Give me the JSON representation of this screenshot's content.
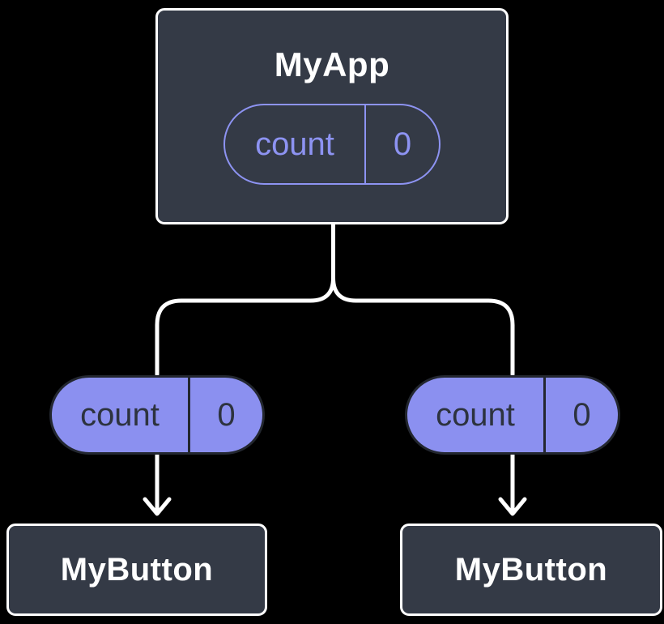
{
  "colors": {
    "background": "#000000",
    "card_fill": "#343A46",
    "card_border": "#FFFFFF",
    "pill_solid_fill": "#8B90F0",
    "pill_solid_border": "#23272F",
    "pill_solid_text": "#2D333F",
    "pill_outline_stroke": "#8D93F2",
    "pill_outline_text": "#8D93F2",
    "connector": "#FFFFFF",
    "title_text": "#FFFFFF"
  },
  "root_node": {
    "title": "MyApp",
    "state": {
      "name": "count",
      "value": "0"
    }
  },
  "child_props": [
    {
      "name": "count",
      "value": "0"
    },
    {
      "name": "count",
      "value": "0"
    }
  ],
  "child_nodes": [
    {
      "title": "MyButton"
    },
    {
      "title": "MyButton"
    }
  ]
}
